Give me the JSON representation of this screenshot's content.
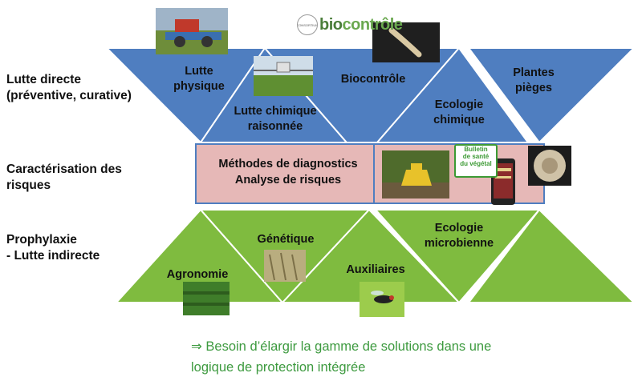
{
  "rows": {
    "direct": "Lutte directe\n(préventive, curative)",
    "risks": "Caractérisation des\nrisques",
    "prophylaxis": "Prophylaxie\n- Lutte indirecte"
  },
  "top_shapes": [
    {
      "label": "Lutte\nphysique"
    },
    {
      "label": "Lutte chimique\nraisonnée"
    },
    {
      "label": "Biocontrôle"
    },
    {
      "label": "Ecologie\nchimique"
    },
    {
      "label": "Plantes\npièges"
    }
  ],
  "band": {
    "label": "Méthodes de diagnostics\nAnalyse de risques"
  },
  "bottom_shapes": [
    {
      "label": "Agronomie"
    },
    {
      "label": "Génétique"
    },
    {
      "label": "Auxiliaires"
    },
    {
      "label": "Ecologie\nmicrobienne"
    }
  ],
  "logo": {
    "prefix": "bio",
    "word": "contrôle",
    "small": "CONSORTIUM"
  },
  "badge": {
    "text": "Bulletin\nde santé\ndu végétal"
  },
  "conclusion": "⇒ Besoin d’élargir la gamme de solutions dans une\nlogique de protection intégrée",
  "colors": {
    "blue": "#4f7ec0",
    "green": "#7fbb3f",
    "pink": "#e6b8b7",
    "text_green": "#3d9a3f"
  }
}
